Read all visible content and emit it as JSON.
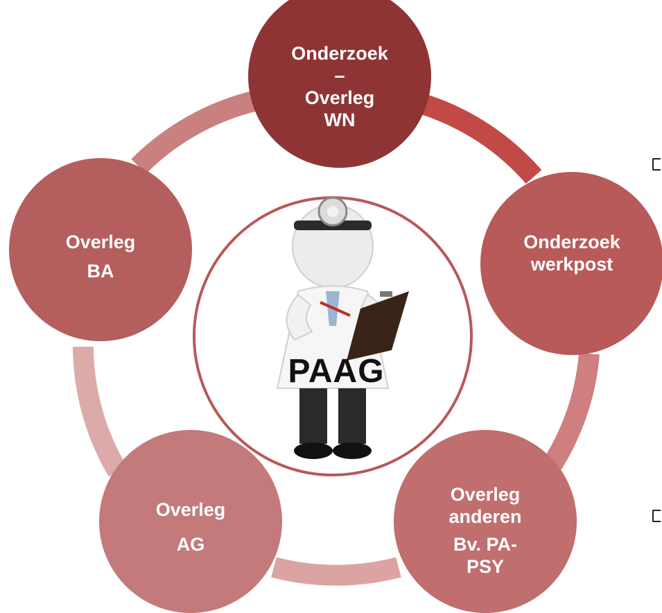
{
  "center": {
    "label": "PAAG",
    "figure": "doctor-with-clipboard"
  },
  "nodes": [
    {
      "id": "top",
      "lines": [
        "Onderzoek",
        "–",
        "Overleg",
        "WN"
      ],
      "color": "#8f3434"
    },
    {
      "id": "right",
      "lines": [
        "Onderzoek",
        "werkpost"
      ],
      "color": "#b85a5a"
    },
    {
      "id": "bottom-right",
      "lines": [
        "Overleg",
        "anderen",
        "Bv. PA-",
        "PSY"
      ],
      "color": "#c06e6e"
    },
    {
      "id": "bottom-left",
      "lines": [
        "Overleg",
        "",
        "AG"
      ],
      "color": "#c47a7a"
    },
    {
      "id": "left",
      "lines": [
        "Overleg",
        "",
        "BA"
      ],
      "color": "#b55e5e"
    }
  ],
  "ring_colors": {
    "top_right": "#c24a46",
    "right_lower": "#cf7f7f",
    "bottom": "#dca3a3",
    "left_lower": "#ddaaaa",
    "top_left": "#cb8080"
  }
}
